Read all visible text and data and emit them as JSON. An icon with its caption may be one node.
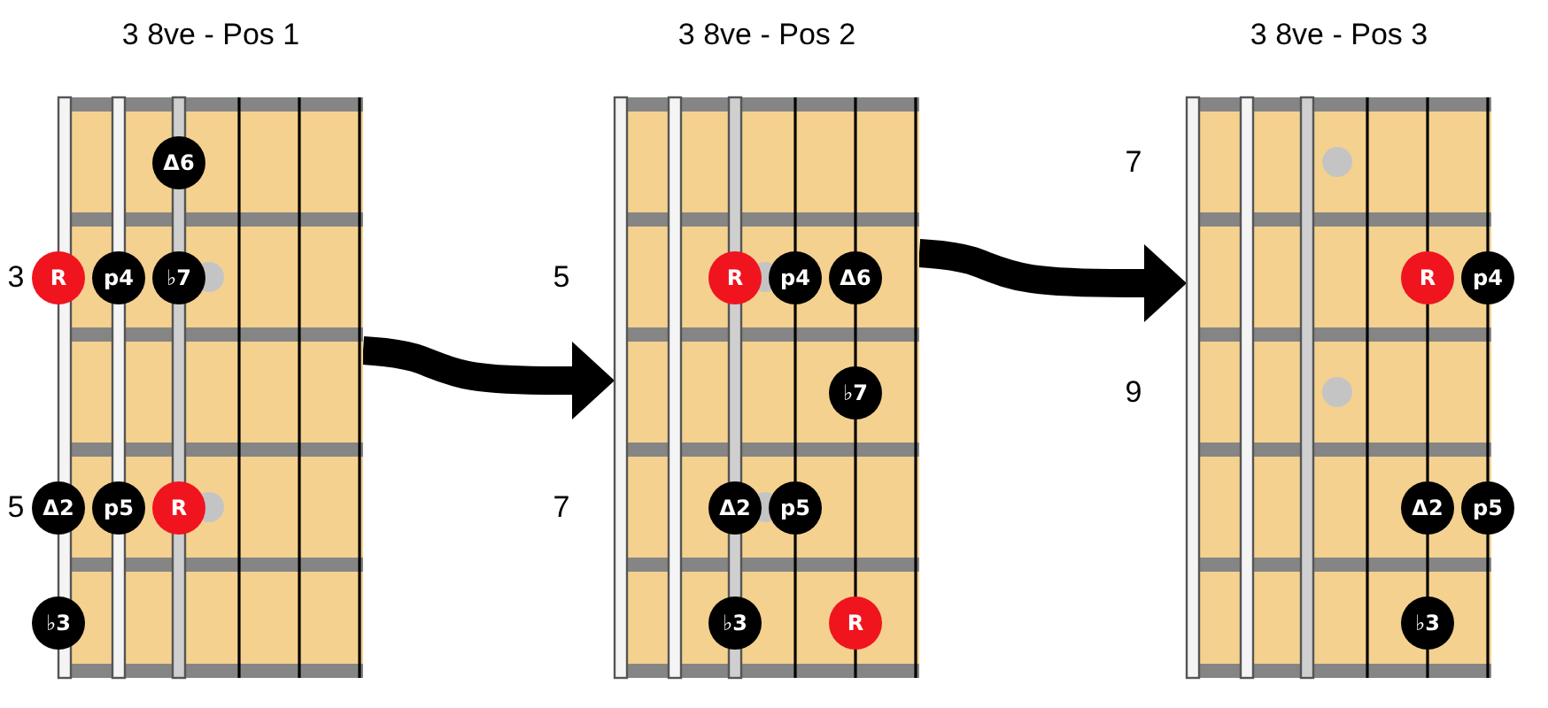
{
  "diagram": {
    "nodes": [
      {
        "text": [
          "3 8ve - Pos 1"
        ]
      },
      {
        "text": [
          "Δ6"
        ],
        "in": 0
      },
      {
        "text": [
          "R"
        ],
        "in": 0
      },
      {
        "text": [
          "p4"
        ],
        "in": 0
      },
      {
        "text": [
          "♭7"
        ],
        "in": 0
      },
      {
        "text": [
          "Δ2"
        ],
        "in": 0
      },
      {
        "text": [
          "p5"
        ],
        "in": 0
      },
      {
        "text": [
          "R"
        ],
        "in": 0
      },
      {
        "text": [
          "♭3"
        ],
        "in": 0
      },
      {
        "text": [
          "3 8ve - Pos 2"
        ]
      },
      {
        "text": [
          "R"
        ],
        "in": 9
      },
      {
        "text": [
          "p4"
        ],
        "in": 9
      },
      {
        "text": [
          "Δ6"
        ],
        "in": 9
      },
      {
        "text": [
          "♭7"
        ],
        "in": 9
      },
      {
        "text": [
          "Δ2"
        ],
        "in": 9
      },
      {
        "text": [
          "p5"
        ],
        "in": 9
      },
      {
        "text": [
          "♭3"
        ],
        "in": 9
      },
      {
        "text": [
          "R"
        ],
        "in": 9
      },
      {
        "text": [
          "3 8ve - Pos 3"
        ]
      },
      {
        "text": [
          "R"
        ],
        "in": 18
      },
      {
        "text": [
          "p4"
        ],
        "in": 18
      },
      {
        "text": [
          "Δ2"
        ],
        "in": 18
      },
      {
        "text": [
          "p5"
        ],
        "in": 18
      },
      {
        "text": [
          "♭3"
        ],
        "in": 18
      }
    ],
    "edges": [
      {
        "from": 0,
        "to": 9,
        "arrow": "to"
      },
      {
        "from": 9,
        "to": 18,
        "arrow": "to"
      }
    ],
    "labels": [
      "3",
      "5",
      "5",
      "7",
      "7",
      "9"
    ]
  }
}
